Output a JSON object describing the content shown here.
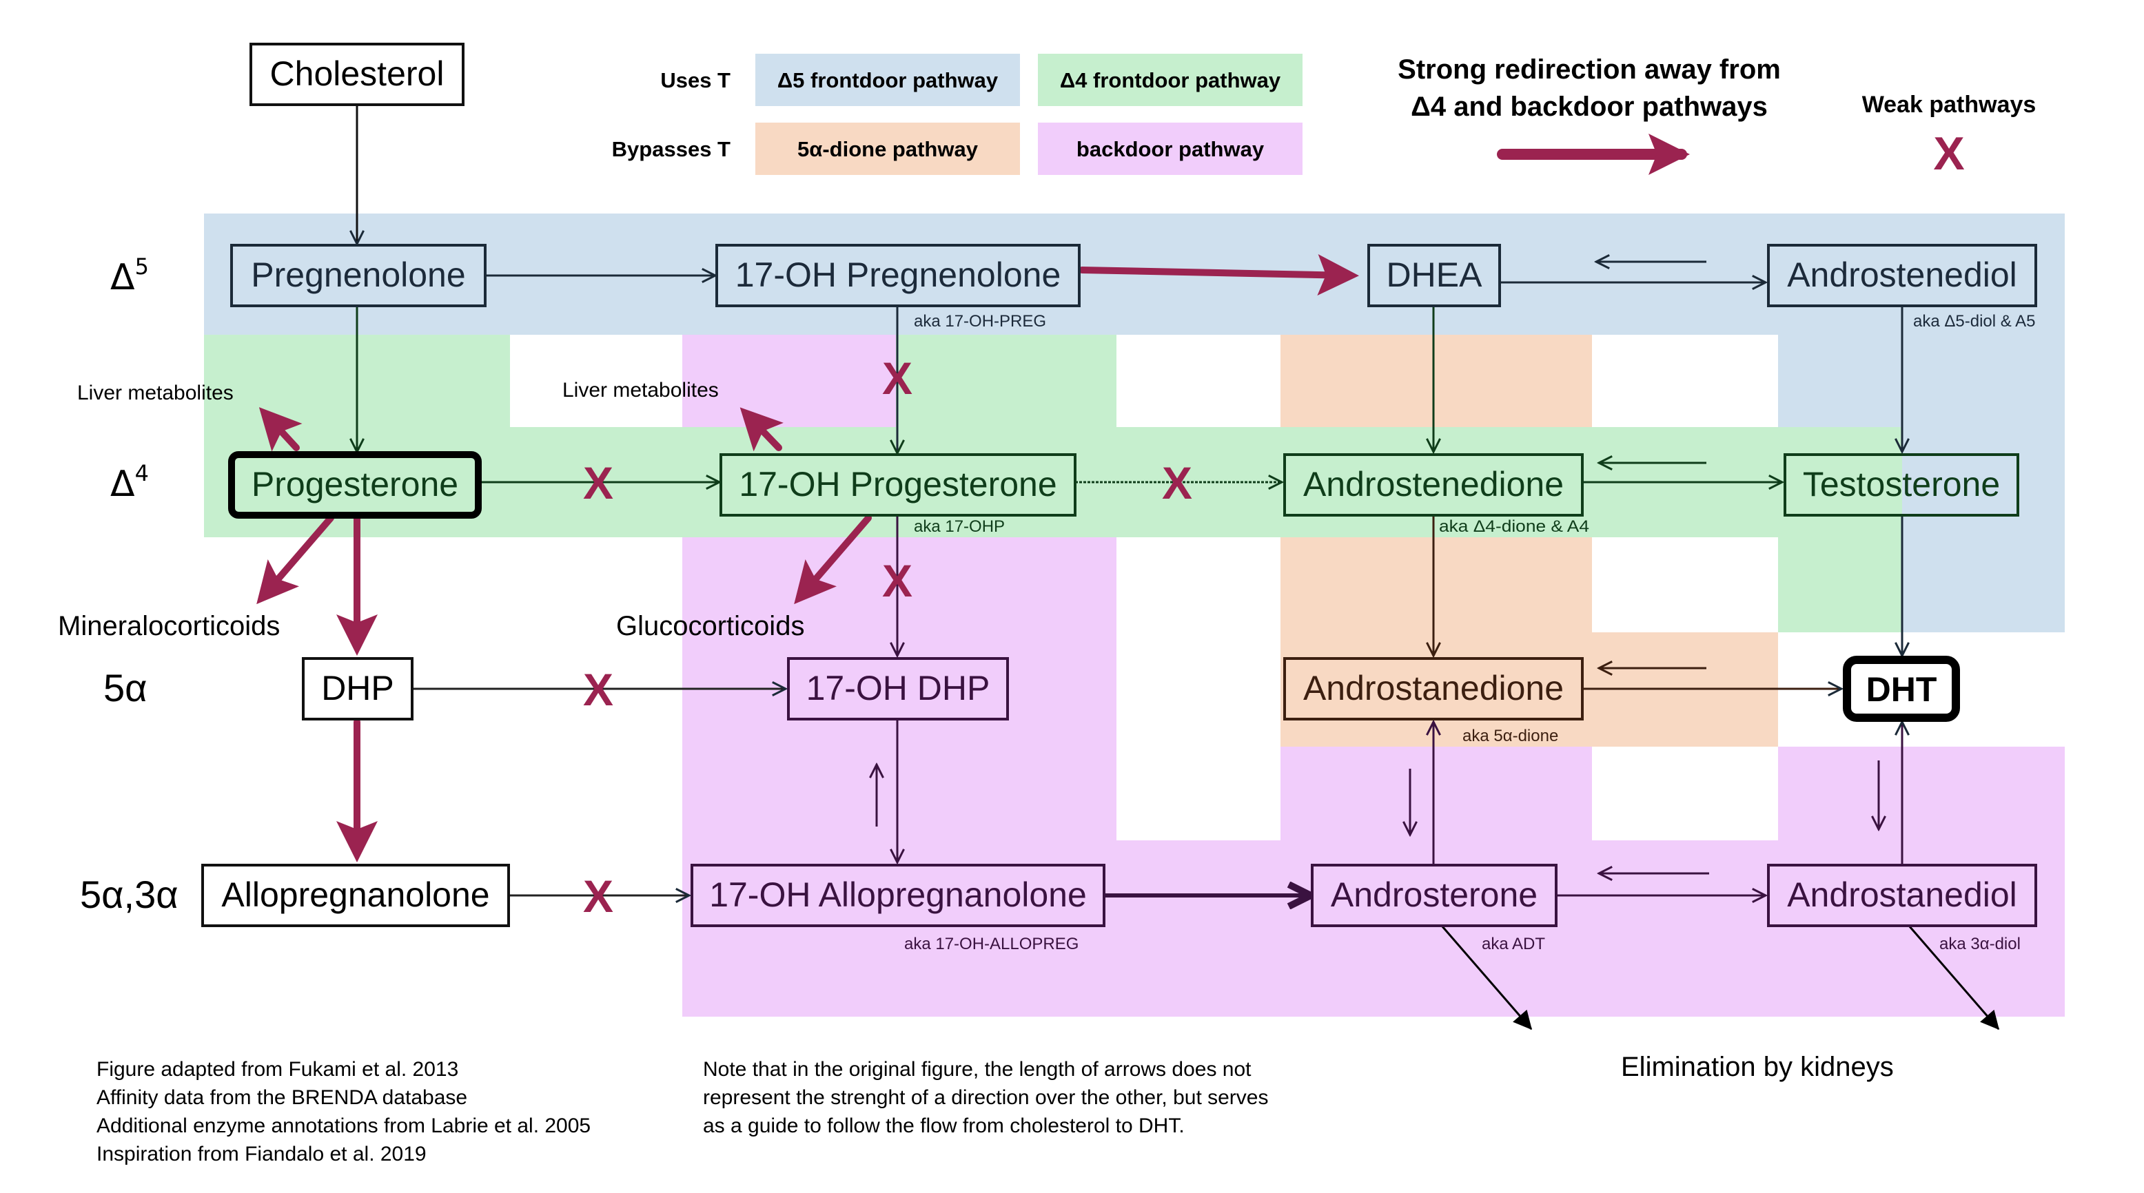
{
  "colors": {
    "delta5": "#cfe0ee",
    "delta4": "#c6efce",
    "dione": "#f8d9c3",
    "backdoor": "#f1cdfb",
    "strong_arrow": "#9b2350",
    "weak_x": "#9b2350",
    "text_blue": "#1c2a3a",
    "text_green": "#0f3d1a",
    "text_orange": "#3c1f10",
    "text_purple": "#3a1240"
  },
  "legend": {
    "uses_t_label": "Uses T",
    "bypasses_t_label": "Bypasses T",
    "pathways": [
      {
        "id": "delta5",
        "label": "Δ5 frontdoor pathway"
      },
      {
        "id": "delta4",
        "label": "Δ4 frontdoor pathway"
      },
      {
        "id": "dione",
        "label": "5α-dione pathway"
      },
      {
        "id": "backdoor",
        "label": "backdoor pathway"
      }
    ],
    "strong_title_line1": "Strong redirection away from",
    "strong_title_line2": "Δ4 and backdoor pathways",
    "weak_title": "Weak pathways",
    "weak_symbol": "X"
  },
  "row_labels": {
    "delta5": "Δ",
    "delta5_sup": "5",
    "delta4": "Δ",
    "delta4_sup": "4",
    "five_alpha": "5α",
    "five_alpha_three_alpha": "5α,3α"
  },
  "nodes": {
    "cholesterol": {
      "label": "Cholesterol"
    },
    "pregnenolone": {
      "label": "Pregnenolone"
    },
    "oh17_pregnenolone": {
      "label": "17-OH Pregnenolone",
      "aka": "aka 17-OH-PREG"
    },
    "dhea": {
      "label": "DHEA"
    },
    "androstenediol": {
      "label": "Androstenediol",
      "aka": "aka Δ5-diol & A5"
    },
    "progesterone": {
      "label": "Progesterone"
    },
    "oh17_progesterone": {
      "label": "17-OH Progesterone",
      "aka": "aka 17-OHP"
    },
    "androstenedione": {
      "label": "Androstenedione",
      "aka": "aka Δ4-dione & A4"
    },
    "testosterone": {
      "label": "Testosterone"
    },
    "dhp": {
      "label": "DHP"
    },
    "oh17_dhp": {
      "label": "17-OH DHP"
    },
    "androstanedione": {
      "label": "Androstanedione",
      "aka": "aka 5α-dione"
    },
    "dht": {
      "label": "DHT"
    },
    "allopregnanolone": {
      "label": "Allopregnanolone"
    },
    "oh17_allopregnanolone": {
      "label": "17-OH Allopregnanolone",
      "aka": "aka 17-OH-ALLOPREG"
    },
    "androsterone": {
      "label": "Androsterone",
      "aka": "aka ADT"
    },
    "androstanediol": {
      "label": "Androstanediol",
      "aka": "aka 3α-diol"
    }
  },
  "outputs": {
    "liver_metabolites_1": "Liver metabolites",
    "liver_metabolites_2": "Liver metabolites",
    "mineralocorticoids": "Mineralocorticoids",
    "glucocorticoids": "Glucocorticoids",
    "elimination": "Elimination by kidneys"
  },
  "footer": {
    "credits": [
      "Figure adapted from Fukami et al. 2013",
      "Affinity data from the BRENDA database",
      "Additional enzyme annotations from Labrie et al. 2005",
      "Inspiration from Fiandalo et al. 2019"
    ],
    "note": [
      "Note that in the original figure, the length of arrows does not",
      "represent the strenght of a direction over the other, but serves",
      "as a guide to follow the flow from cholesterol to DHT."
    ]
  }
}
